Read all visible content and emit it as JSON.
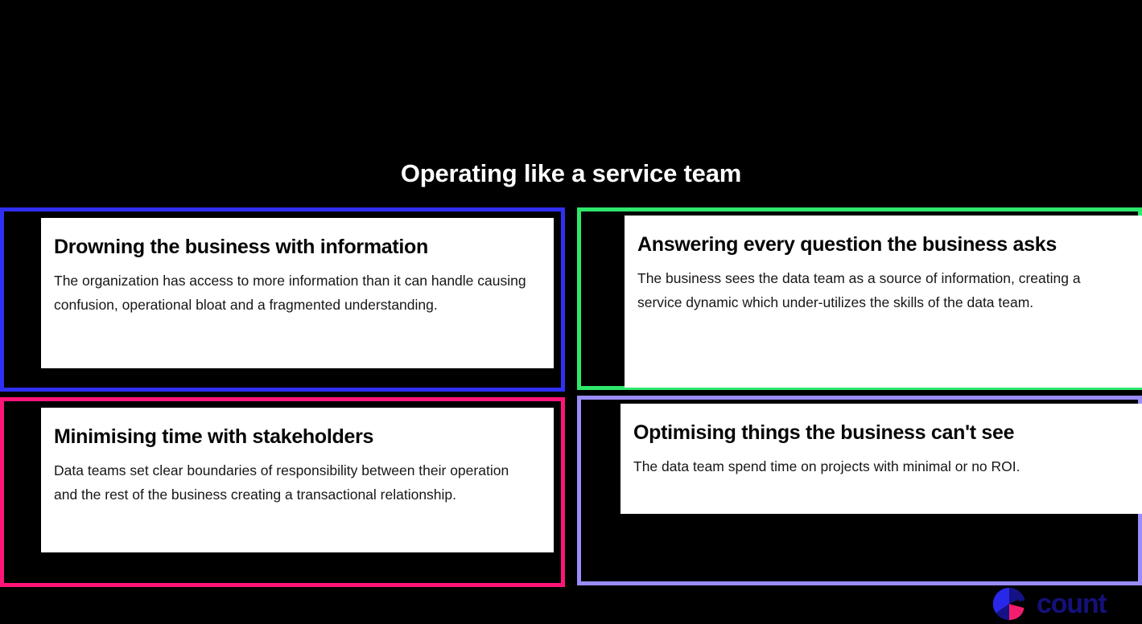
{
  "slide": {
    "title": "Operating like a service team",
    "background_color": "#000000",
    "title_color": "#ffffff"
  },
  "cards": [
    {
      "id": "card-0",
      "position": "top-left",
      "accent_color": "#2f2ff5",
      "accent_name": "blue",
      "heading": "Drowning the business with information",
      "body": "The organization has access to more information than it can handle causing confusion, operational bloat and a fragmented understanding."
    },
    {
      "id": "card-1",
      "position": "top-right",
      "accent_color": "#2ee86b",
      "accent_name": "green",
      "heading": "Answering every question the business asks",
      "body": "The business sees the data team as a source of information, creating a service dynamic which under-utilizes the skills of the data team."
    },
    {
      "id": "card-2",
      "position": "bottom-left",
      "accent_color": "#ff1478",
      "accent_name": "pink",
      "heading": "Minimising time with stakeholders",
      "body": "Data teams set clear boundaries of responsibility between their operation and the rest of the business creating a transactional relationship."
    },
    {
      "id": "card-3",
      "position": "bottom-right",
      "accent_color": "#9a8cfa",
      "accent_name": "purple",
      "heading": "Optimising things the business can't see",
      "body": "The data team spend time on projects with minimal or no ROI."
    }
  ],
  "logo": {
    "wordmark": "count",
    "wordmark_color": "#14117a",
    "mark_colors": {
      "navy": "#141285",
      "blue": "#2a28e8",
      "pink": "#f51e6e"
    }
  }
}
